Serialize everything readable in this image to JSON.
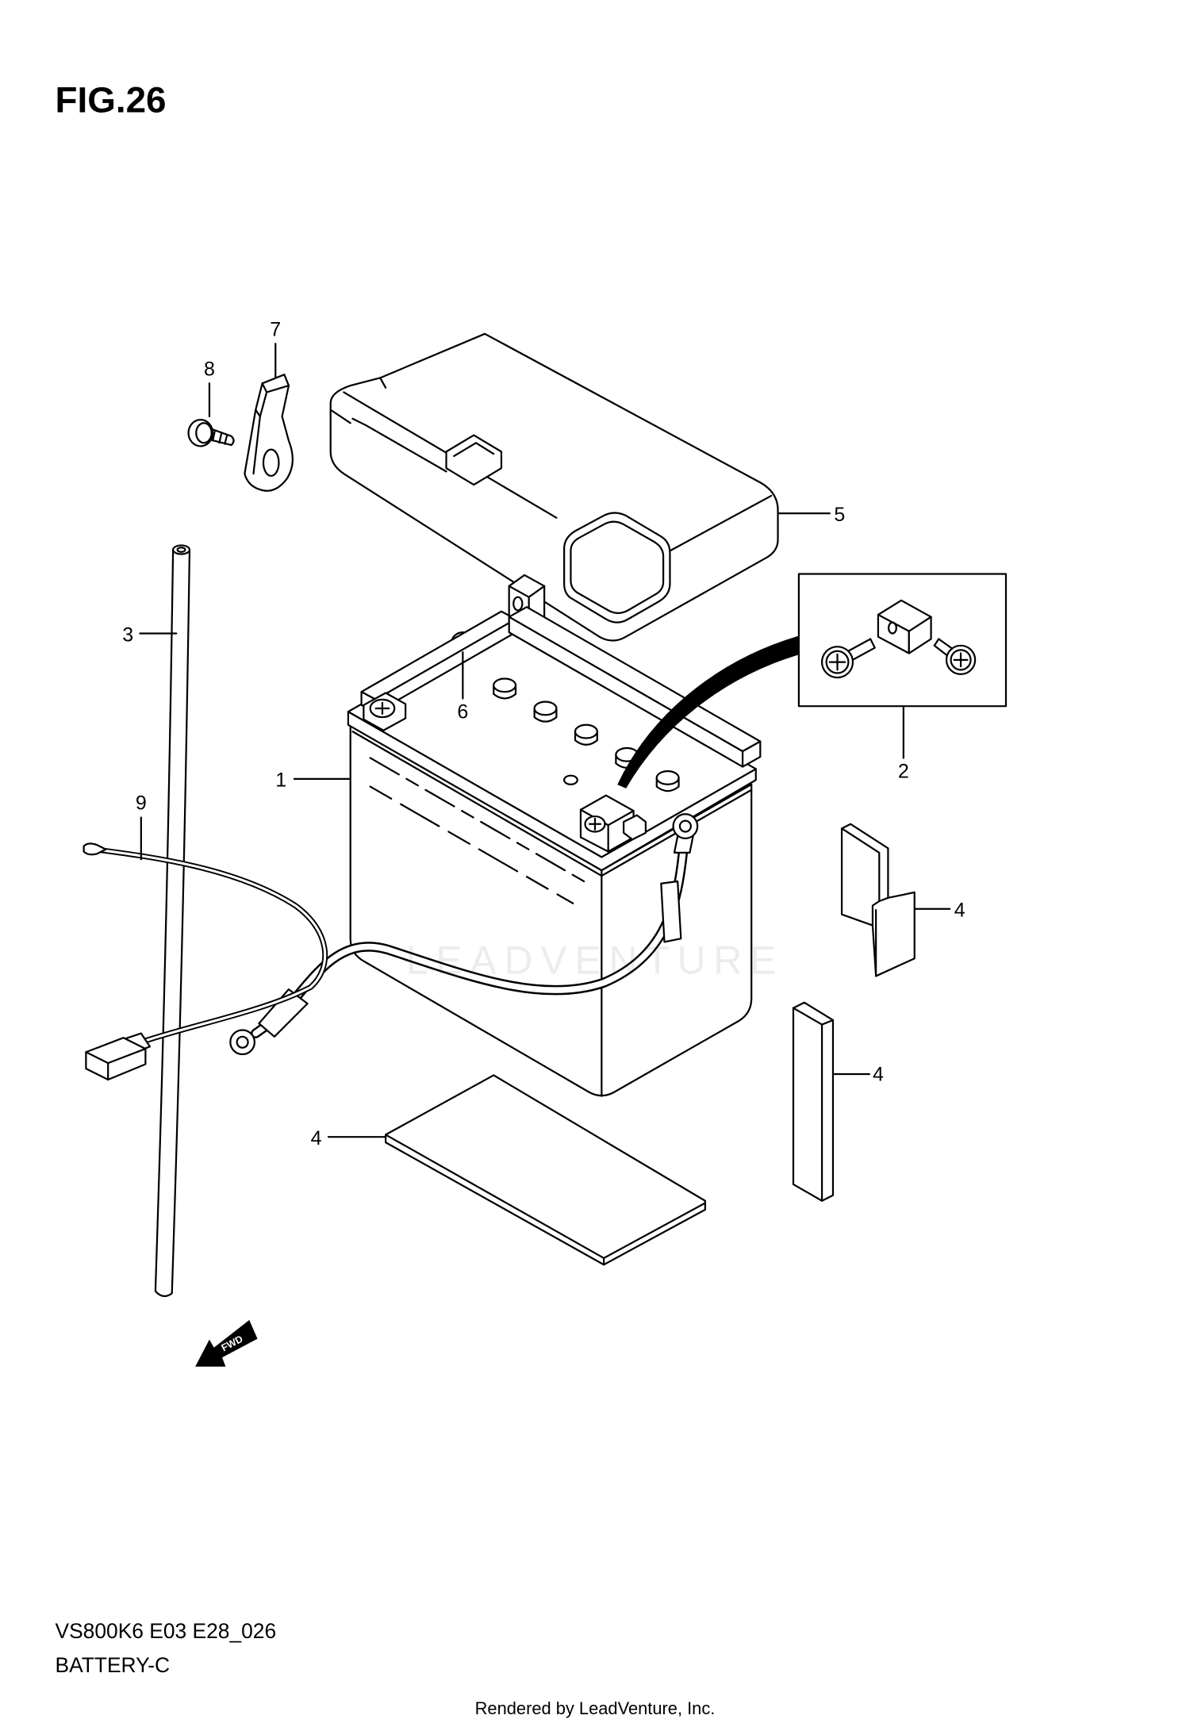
{
  "figure": {
    "title": "FIG.26",
    "model_code": "VS800K6 E03 E28_026",
    "section_name": "BATTERY-C",
    "credit": "Rendered by LeadVenture, Inc.",
    "watermark": "LEADVENTURE"
  },
  "direction_arrow": {
    "label": "FWD"
  },
  "callouts": [
    "1",
    "2",
    "3",
    "4",
    "4",
    "4",
    "5",
    "6",
    "7",
    "8",
    "9"
  ],
  "colors": {
    "line": "#000000",
    "background": "#ffffff"
  }
}
